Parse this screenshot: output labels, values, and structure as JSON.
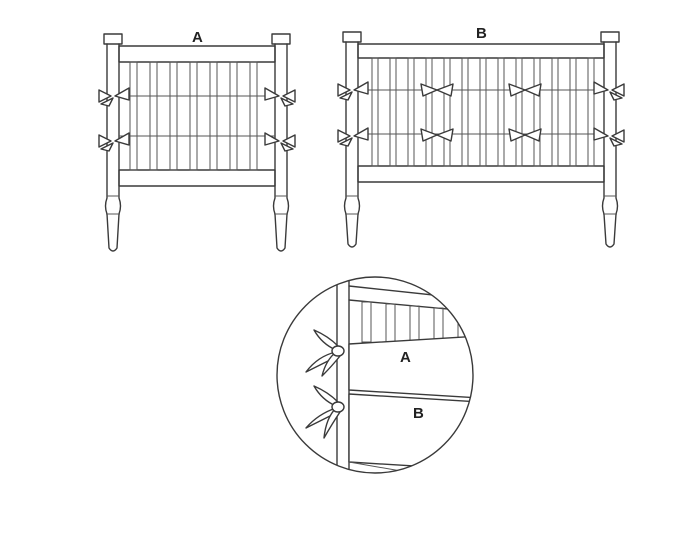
{
  "figure": {
    "panels": [
      {
        "id": "crib-end-a",
        "label": "A",
        "ties_per_post": 2
      },
      {
        "id": "crib-side-b",
        "label": "B",
        "ties_per_post": 2
      }
    ],
    "detail": {
      "labels": [
        "A",
        "B"
      ]
    }
  },
  "colors": {
    "line": "#3a3a3a",
    "background": "#ffffff"
  }
}
